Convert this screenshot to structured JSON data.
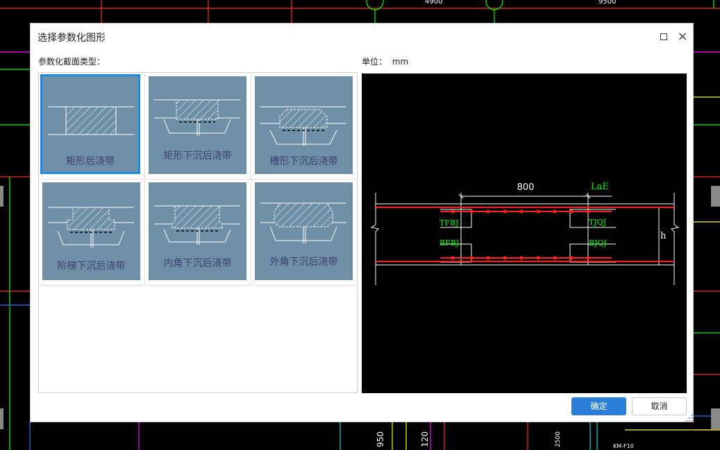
{
  "dialog": {
    "title": "选择参数化图形",
    "section_label": "参数化截面类型：",
    "unit_label": "单位：",
    "unit_value": "mm",
    "ok_label": "确定",
    "cancel_label": "取消"
  },
  "shapes": [
    {
      "label": "矩形后浇带",
      "selected": true
    },
    {
      "label": "矩形下沉后浇带",
      "selected": false
    },
    {
      "label": "槽形下沉后浇带",
      "selected": false
    },
    {
      "label": "阶梯下沉后浇带",
      "selected": false
    },
    {
      "label": "内角下沉后浇带",
      "selected": false
    },
    {
      "label": "外角下沉后浇带",
      "selected": false
    }
  ],
  "preview": {
    "dimension": "800",
    "lap_label": "LaE",
    "top_left": "TFBJ",
    "bottom_left": "BFBJ",
    "top_right": "TJQJ",
    "bottom_right": "BJQJ",
    "height_label": "h",
    "line_color": "#ffffff",
    "rebar_color": "#ff2020",
    "text_color": "#00ff00"
  },
  "background_cad": {
    "dim_top_1": "4900",
    "dim_top_2": "9500",
    "bottom_1": "950",
    "bottom_2": "120",
    "bottom_3": "2500",
    "bottom_4": "KM-F10"
  }
}
